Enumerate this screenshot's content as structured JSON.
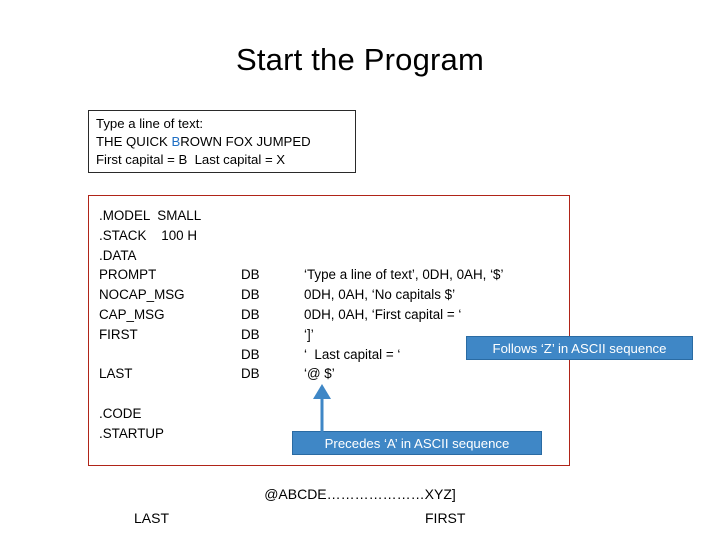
{
  "slide": {
    "title": "Start the Program",
    "console": {
      "lines": [
        "Type a line of text:",
        "THE QUICK BROWN FOX JUMPED",
        "First capital = B  Last capital = X"
      ]
    },
    "code": {
      "rows": [
        {
          "label": ".MODEL  SMALL",
          "db": "",
          "value": ""
        },
        {
          "label": ".STACK    100 H",
          "db": "",
          "value": ""
        },
        {
          "label": ".DATA",
          "db": "",
          "value": ""
        },
        {
          "label": "PROMPT",
          "db": "DB",
          "value": "‘Type a line of text’, 0DH, 0AH, ‘$’"
        },
        {
          "label": "NOCAP_MSG",
          "db": "DB",
          "value": "0DH, 0AH, ‘No capitals $’"
        },
        {
          "label": "CAP_MSG",
          "db": "DB",
          "value": "0DH, 0AH, ‘First capital = ‘"
        },
        {
          "label": "FIRST",
          "db": "DB",
          "value": "‘]’"
        },
        {
          "label": "",
          "db": "DB",
          "value": "‘  Last capital = ‘"
        },
        {
          "label": "LAST",
          "db": "DB",
          "value": "‘@ $’"
        },
        {
          "label": "",
          "db": "",
          "value": ""
        },
        {
          "label": ".CODE",
          "db": "",
          "value": ""
        },
        {
          "label": ".STARTUP",
          "db": "",
          "value": ""
        }
      ]
    },
    "callouts": {
      "follows": "Follows ‘Z’ in ASCII sequence",
      "precedes": "Precedes ‘A’ in ASCII sequence"
    },
    "ascii": {
      "sequence": "@ABCDE…………………XYZ]",
      "left_label": "LAST",
      "right_label": "FIRST"
    },
    "colors": {
      "callout_fill": "#3f87c6",
      "code_border": "#b02418",
      "console_border": "#2a2a2a",
      "highlight_letter": "#1f6fc4"
    }
  }
}
